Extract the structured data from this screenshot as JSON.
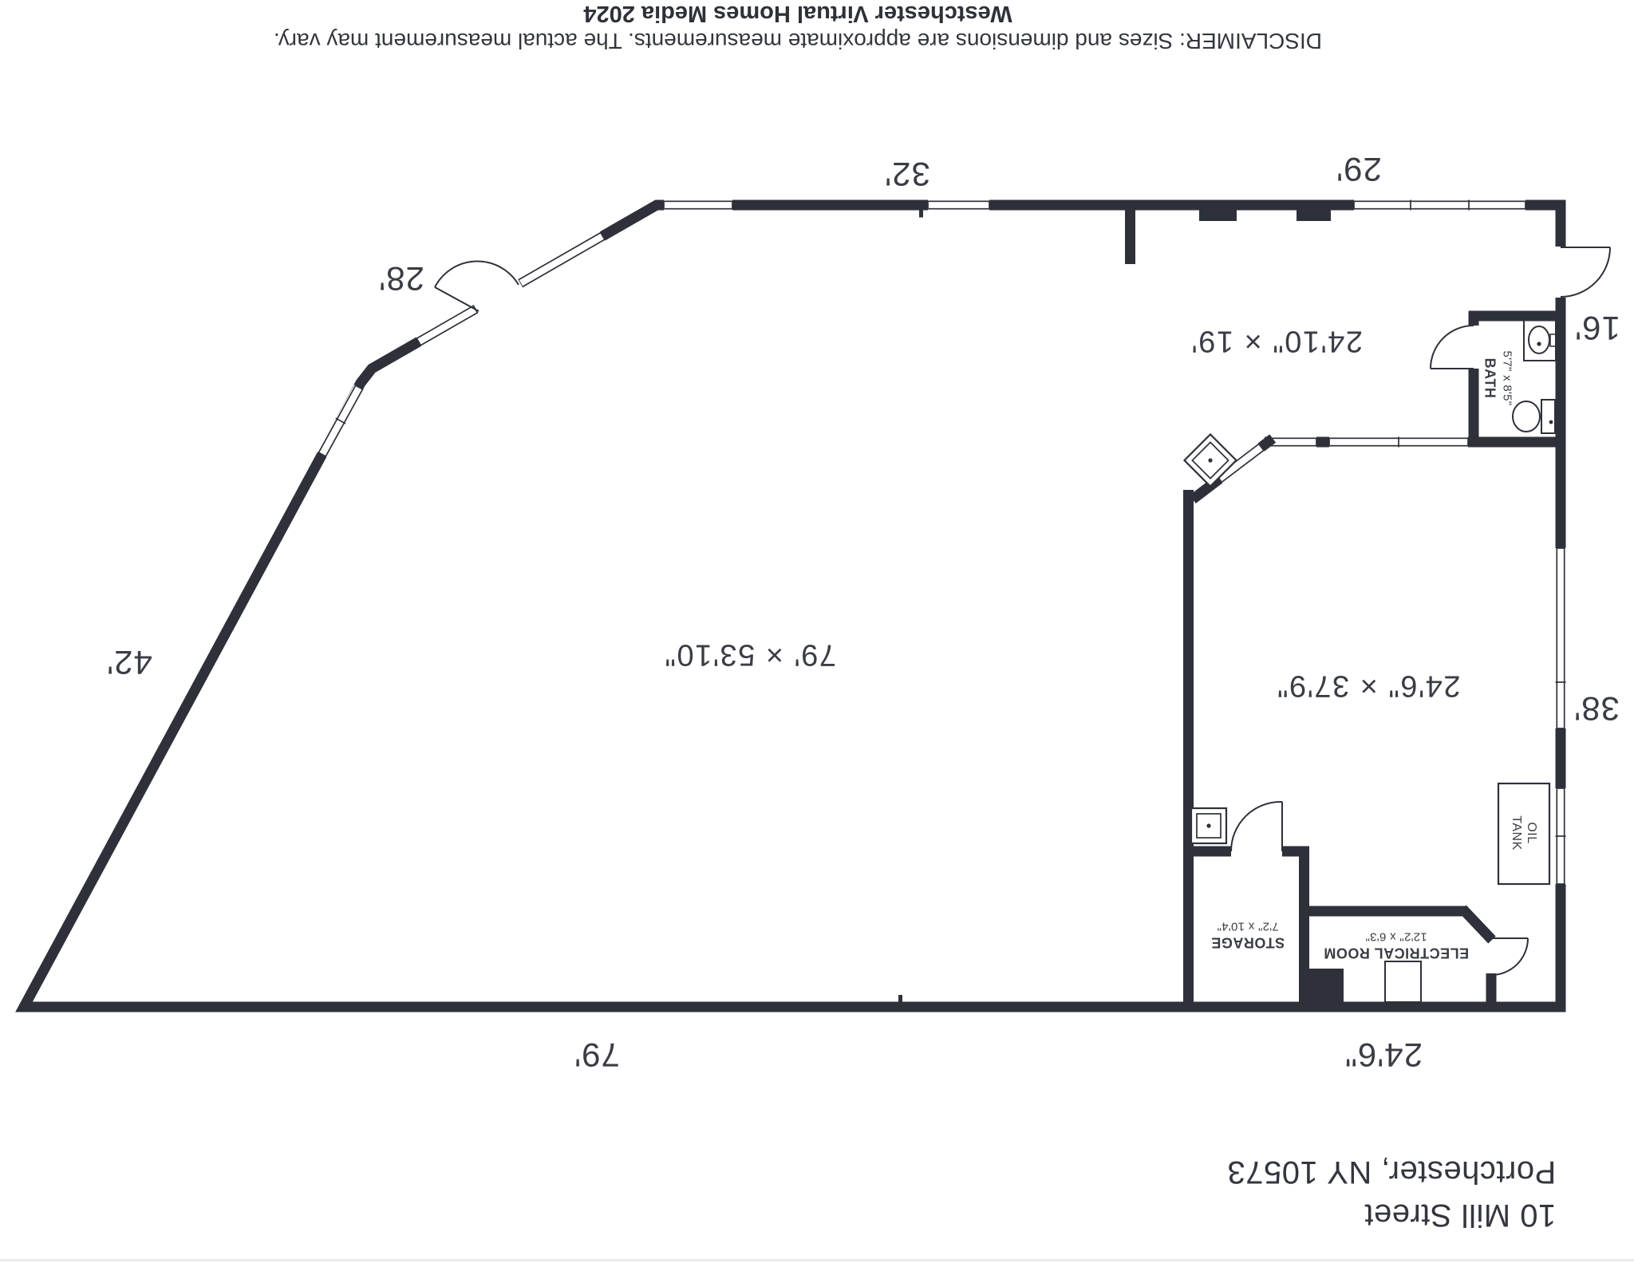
{
  "header": {
    "credit": "Westchester Virtual Homes Media 2024",
    "disclaimer": "DISCLAIMER: Sizes and dimensions are approximate measurements. The actual measurement may vary."
  },
  "address": {
    "street": "10 Mill Street",
    "city": "Portchester, NY 10573"
  },
  "rooms": {
    "main_dims": "79' × 53'10\"",
    "upper_right_dims": "24'10\" × 19'",
    "lower_right_dims": "24'6\" × 37'9\"",
    "bath": {
      "name": "BATH",
      "dims": "5'7\" x 8'5\""
    },
    "storage": {
      "name": "STORAGE",
      "dims": "7'2\" x 10'4\""
    },
    "electrical": {
      "name": "ELECTRICAL ROOM",
      "dims": "12'2\" x 6'3\""
    },
    "oil_tank": {
      "word1": "OIL",
      "word2": "TANK"
    }
  },
  "edge_dimensions": {
    "top_left_wall": "32'",
    "top_right_wall": "29'",
    "upper_diagonal": "28'",
    "left_diagonal": "42'",
    "right_upper": "16'",
    "right_lower": "38'",
    "bottom_left": "79'",
    "bottom_right": "24'6\""
  },
  "colors": {
    "wall": "#2e313a",
    "text": "#3a3d45",
    "background": "#ffffff"
  }
}
